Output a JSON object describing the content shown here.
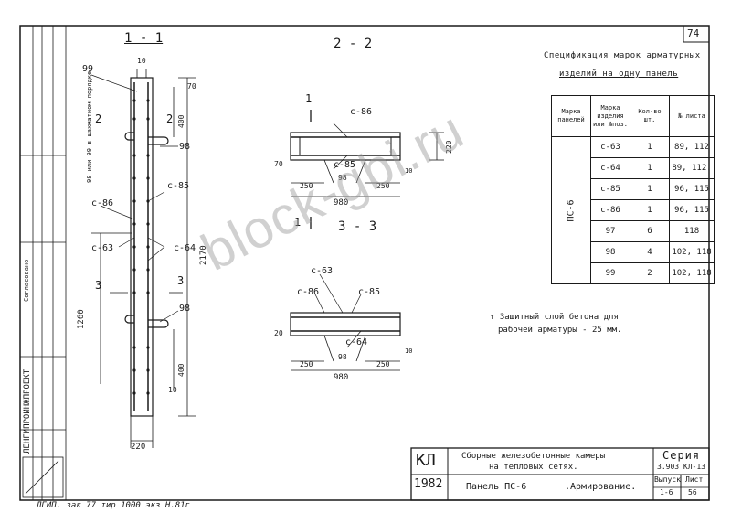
{
  "sheet": {
    "page_number": "74",
    "footer_note": "ЛГИП. зак 77 тир 1000 экз Н.81г"
  },
  "sections": {
    "s1": "1 - 1",
    "s2": "2 - 2",
    "s3": "3 - 3"
  },
  "labels": {
    "c85": "с-85",
    "c86": "с-86",
    "c63": "с-63",
    "c64": "с-64",
    "c98": "98",
    "c99": "99",
    "mark1": "1",
    "mark2": "2",
    "mark3": "3",
    "note_bars": "98 или 99 в шахматном порядке"
  },
  "dims": {
    "d10": "10",
    "d70": "70",
    "d400": "400",
    "d2170": "2170",
    "d1260": "1260",
    "d220": "220",
    "d250": "250",
    "d980": "980",
    "d98": "98",
    "d20": "20"
  },
  "note": {
    "line1": "↑ Защитный слой бетона для",
    "line2": "рабочей арматуры - 25 мм."
  },
  "spec": {
    "title1": "Спецификация марок арматурных",
    "title2": "изделий на одну панель",
    "headers": [
      "Марка панелей",
      "Марка изделия или №поз.",
      "Кол-во шт.",
      "№ листа"
    ],
    "panel": "ПС-6",
    "rows": [
      {
        "mark": "с-63",
        "qty": "1",
        "sheet": "89, 112"
      },
      {
        "mark": "с-64",
        "qty": "1",
        "sheet": "89, 112."
      },
      {
        "mark": "с-85",
        "qty": "1",
        "sheet": "96, 115"
      },
      {
        "mark": "с-86",
        "qty": "1",
        "sheet": "96, 115"
      },
      {
        "mark": "97",
        "qty": "6",
        "sheet": "118"
      },
      {
        "mark": "98",
        "qty": "4",
        "sheet": "102, 118"
      },
      {
        "mark": "99",
        "qty": "2",
        "sheet": "102, 118"
      }
    ]
  },
  "titleblock": {
    "code": "КЛ",
    "year": "1982",
    "desc1": "Сборные железобетонные камеры",
    "desc2": "на тепловых сетях.",
    "panel_title": "Панель ПС-6",
    "panel_sub": ".Армирование.",
    "series_label": "Серия",
    "series_value": "3.903 КЛ-13",
    "issue_label": "Выпуск",
    "issue_value": "1-6",
    "sheet_label": "Лист",
    "sheet_value": "56",
    "org": "ЛЕНГИПРОИНЖПРОЕКТ",
    "approved": "Согласовано"
  },
  "watermark": "block-gbi.ru"
}
